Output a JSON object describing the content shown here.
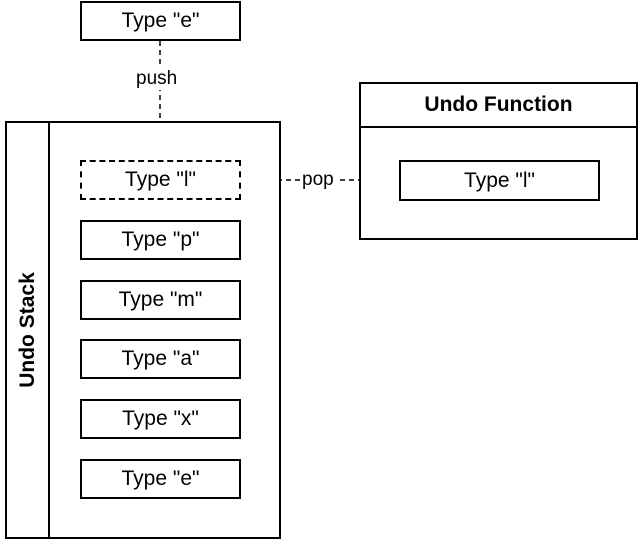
{
  "incoming_item": "Type \"e\"",
  "push_label": "push",
  "pop_label": "pop",
  "stack": {
    "title": "Undo Stack",
    "items": [
      {
        "label": "Type \"l\""
      },
      {
        "label": "Type \"p\""
      },
      {
        "label": "Type \"m\""
      },
      {
        "label": "Type \"a\""
      },
      {
        "label": "Type \"x\""
      },
      {
        "label": "Type \"e\""
      }
    ]
  },
  "undo_function": {
    "title": "Undo Function",
    "item": "Type \"l\""
  },
  "colors": {
    "stroke": "#000000",
    "background": "#ffffff"
  }
}
